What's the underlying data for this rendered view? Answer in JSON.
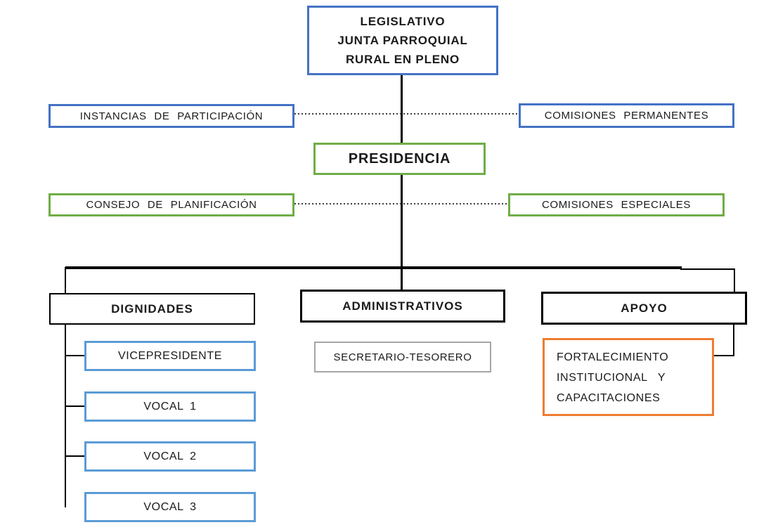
{
  "colors": {
    "blue": "#4472C4",
    "green": "#70AD47",
    "light_blue": "#5B9BD5",
    "orange": "#ED7D31",
    "gray": "#A6A6A6",
    "connector_black": "#000000",
    "dotted_line": "#3D3D3D"
  },
  "nodes": {
    "legislativo": {
      "lines": [
        "LEGISLATIVO",
        "JUNTA PARROQUIAL",
        "RURAL EN PLENO"
      ]
    },
    "instancias_participacion": {
      "label": "INSTANCIAS DE PARTICIPACIÓN"
    },
    "comisiones_permanentes": {
      "label": "COMISIONES PERMANENTES"
    },
    "presidencia": {
      "label": "PRESIDENCIA"
    },
    "consejo_planificacion": {
      "label": "CONSEJO DE PLANIFICACIÓN"
    },
    "comisiones_especiales": {
      "label": "COMISIONES ESPECIALES"
    },
    "dignidades": {
      "label": "DIGNIDADES"
    },
    "administrativos": {
      "label": "ADMINISTRATIVOS"
    },
    "apoyo": {
      "label": "APOYO"
    },
    "vicepresidente": {
      "label": "VICEPRESIDENTE"
    },
    "vocal_1": {
      "label": "VOCAL 1"
    },
    "vocal_2": {
      "label": "VOCAL 2"
    },
    "vocal_3": {
      "label": "VOCAL 3"
    },
    "secretario_tesorero": {
      "label": "SECRETARIO-TESORERO"
    },
    "fortalecimiento": {
      "lines": [
        "FORTALECIMIENTO",
        "INSTITUCIONAL   Y",
        "CAPACITACIONES"
      ]
    }
  }
}
